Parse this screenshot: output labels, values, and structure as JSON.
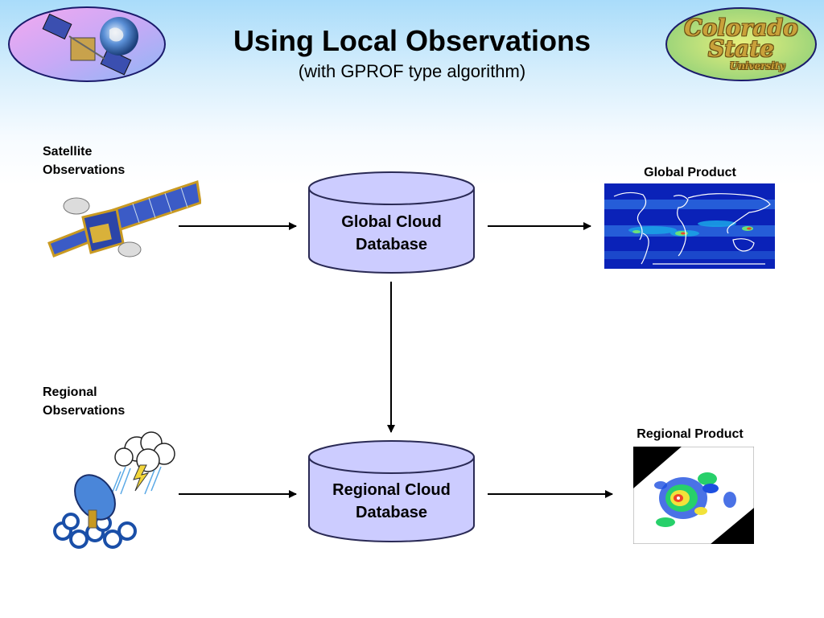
{
  "header": {
    "title": "Using Local Observations",
    "subtitle": "(with GPROF type algorithm)"
  },
  "logo": {
    "line1": "Colorado",
    "line2": "State",
    "line3": "University"
  },
  "inputs": {
    "satellite": {
      "line1": "Satellite",
      "line2": "Observations"
    },
    "regional": {
      "line1": "Regional",
      "line2": "Observations"
    }
  },
  "databases": {
    "global": {
      "line1": "Global Cloud",
      "line2": "Database"
    },
    "regional": {
      "line1": "Regional Cloud",
      "line2": "Database"
    }
  },
  "products": {
    "global": "Global Product",
    "regional": "Regional Product"
  },
  "colors": {
    "cylinder_fill": "#ccccff",
    "cylinder_stroke": "#2a2a55",
    "arrow": "#000000",
    "map_ocean": "#0a22b8",
    "logo_gold": "#c9a13a"
  },
  "icons": [
    "satellite-earth-icon",
    "colorado-state-logo",
    "satellite-icon",
    "storm-radar-icon",
    "global-map-image",
    "hurricane-image"
  ]
}
